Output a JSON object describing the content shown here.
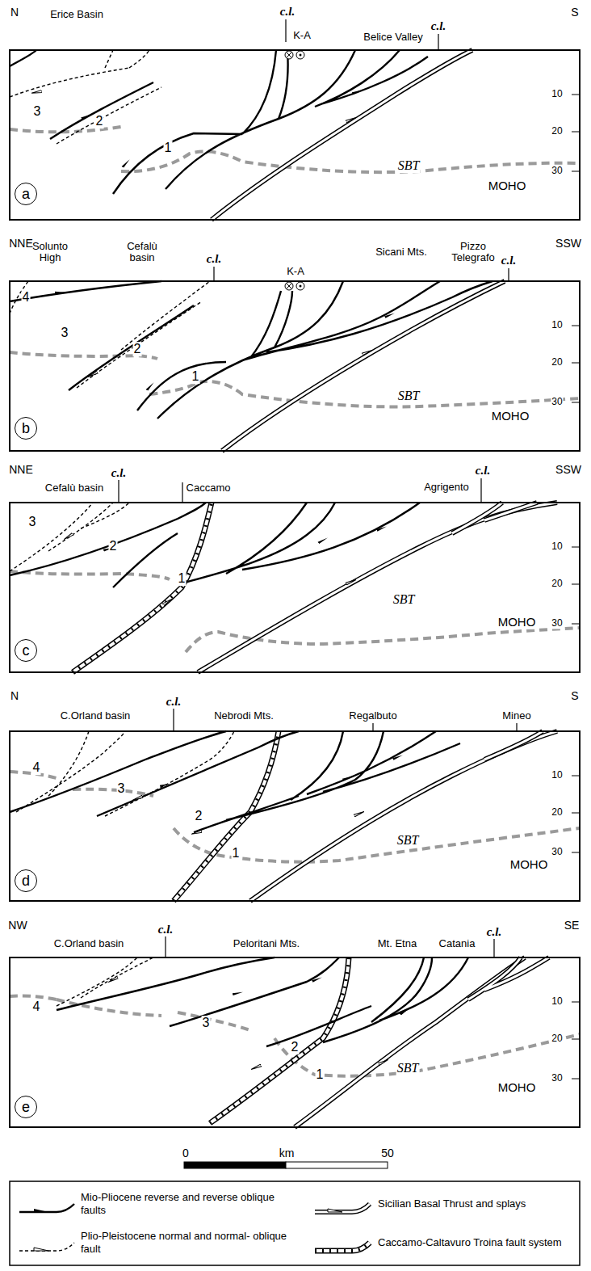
{
  "diagram": {
    "nodes": [
      {
        "text": [
          "a"
        ]
      },
      {
        "text": [
          "b"
        ]
      },
      {
        "text": [
          "c"
        ]
      },
      {
        "text": [
          "d"
        ]
      },
      {
        "text": [
          "e"
        ]
      }
    ],
    "labels": [
      "N",
      "S",
      "Erice Basin",
      "c.l.",
      "K-A",
      "Belice Valley",
      "c.l.",
      "10",
      "20",
      "30",
      "3",
      "2",
      "1",
      "SBT",
      "MOHO",
      "NNE",
      "SSW",
      "Solunto High",
      "Cefalù basin",
      "c.l.",
      "K-A",
      "Sicani Mts.",
      "Pizzo Telegrafo",
      "c.l.",
      "10",
      "20",
      "30",
      "4",
      "3",
      "2",
      "1",
      "SBT",
      "MOHO",
      "NNE",
      "SSW",
      "c.l.",
      "Cefalù basin",
      "Caccamo",
      "Agrigento",
      "c.l.",
      "10",
      "20",
      "30",
      "3",
      "2",
      "1",
      "SBT",
      "MOHO",
      "N",
      "S",
      "c.l.",
      "C.Orland basin",
      "Nebrodi Mts.",
      "Regalbuto",
      "Mineo",
      "10",
      "20",
      "30",
      "4",
      "3",
      "2",
      "1",
      "SBT",
      "MOHO",
      "NW",
      "SE",
      "c.l.",
      "C.Orland basin",
      "Peloritani Mts.",
      "Mt. Etna",
      "Catania",
      "c.l.",
      "10",
      "20",
      "30",
      "4",
      "3",
      "2",
      "1",
      "SBT",
      "MOHO",
      "0",
      "km",
      "50"
    ],
    "legend": [
      {
        "text": "Mio-Pliocene reverse and reverse oblique faults"
      },
      {
        "text": "Sicilian Basal Thrust and splays"
      },
      {
        "text": "Plio-Pleistocene normal and normal- oblique fault"
      },
      {
        "text": "Caccamo-Caltavuro Troina fault system"
      }
    ]
  }
}
